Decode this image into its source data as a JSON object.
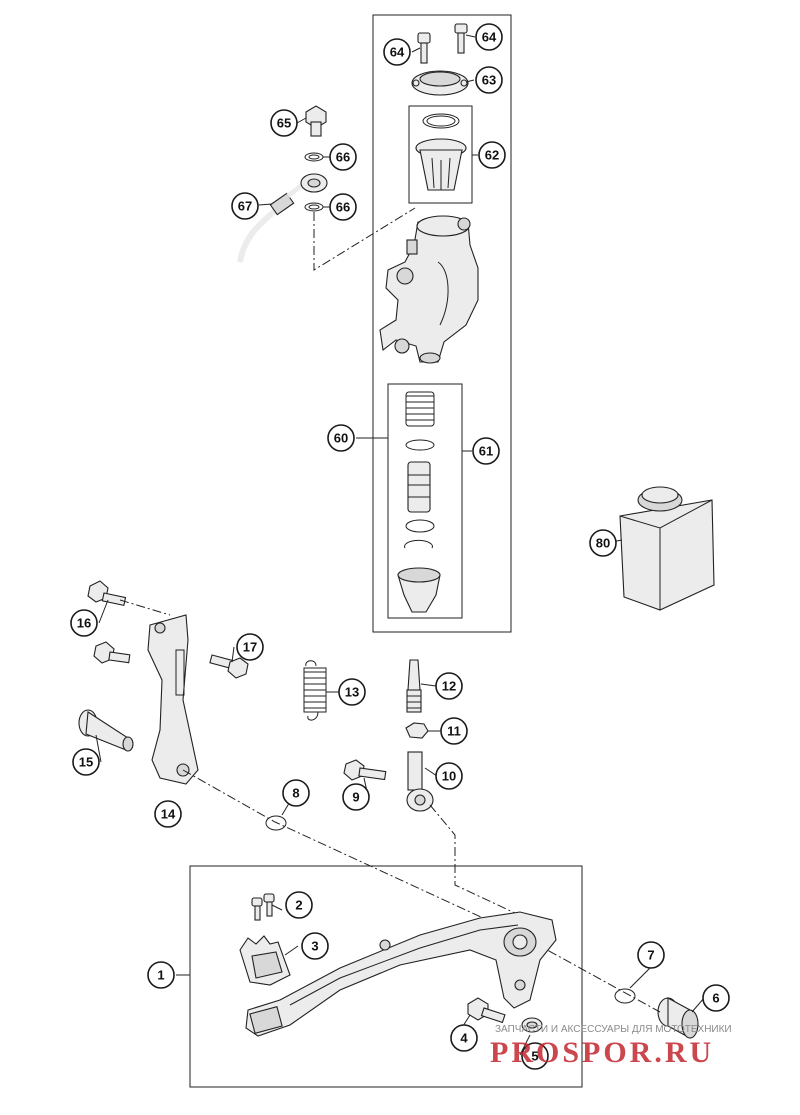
{
  "callouts": {
    "p1": "1",
    "p2": "2",
    "p3": "3",
    "p4": "4",
    "p5": "5",
    "p6": "6",
    "p7": "7",
    "p8": "8",
    "p9": "9",
    "p10": "10",
    "p11": "11",
    "p12": "12",
    "p13": "13",
    "p14": "14",
    "p15": "15",
    "p16": "16",
    "p17": "17",
    "p60": "60",
    "p61": "61",
    "p62": "62",
    "p63": "63",
    "p64a": "64",
    "p64b": "64",
    "p65": "65",
    "p66a": "66",
    "p66b": "66",
    "p67": "67",
    "p80": "80"
  },
  "watermark": {
    "tagline": "ЗАПЧАСТИ И АКСЕССУАРЫ ДЛЯ МОТОТЕХНИКИ",
    "brand": "PROSPOR.RU"
  }
}
